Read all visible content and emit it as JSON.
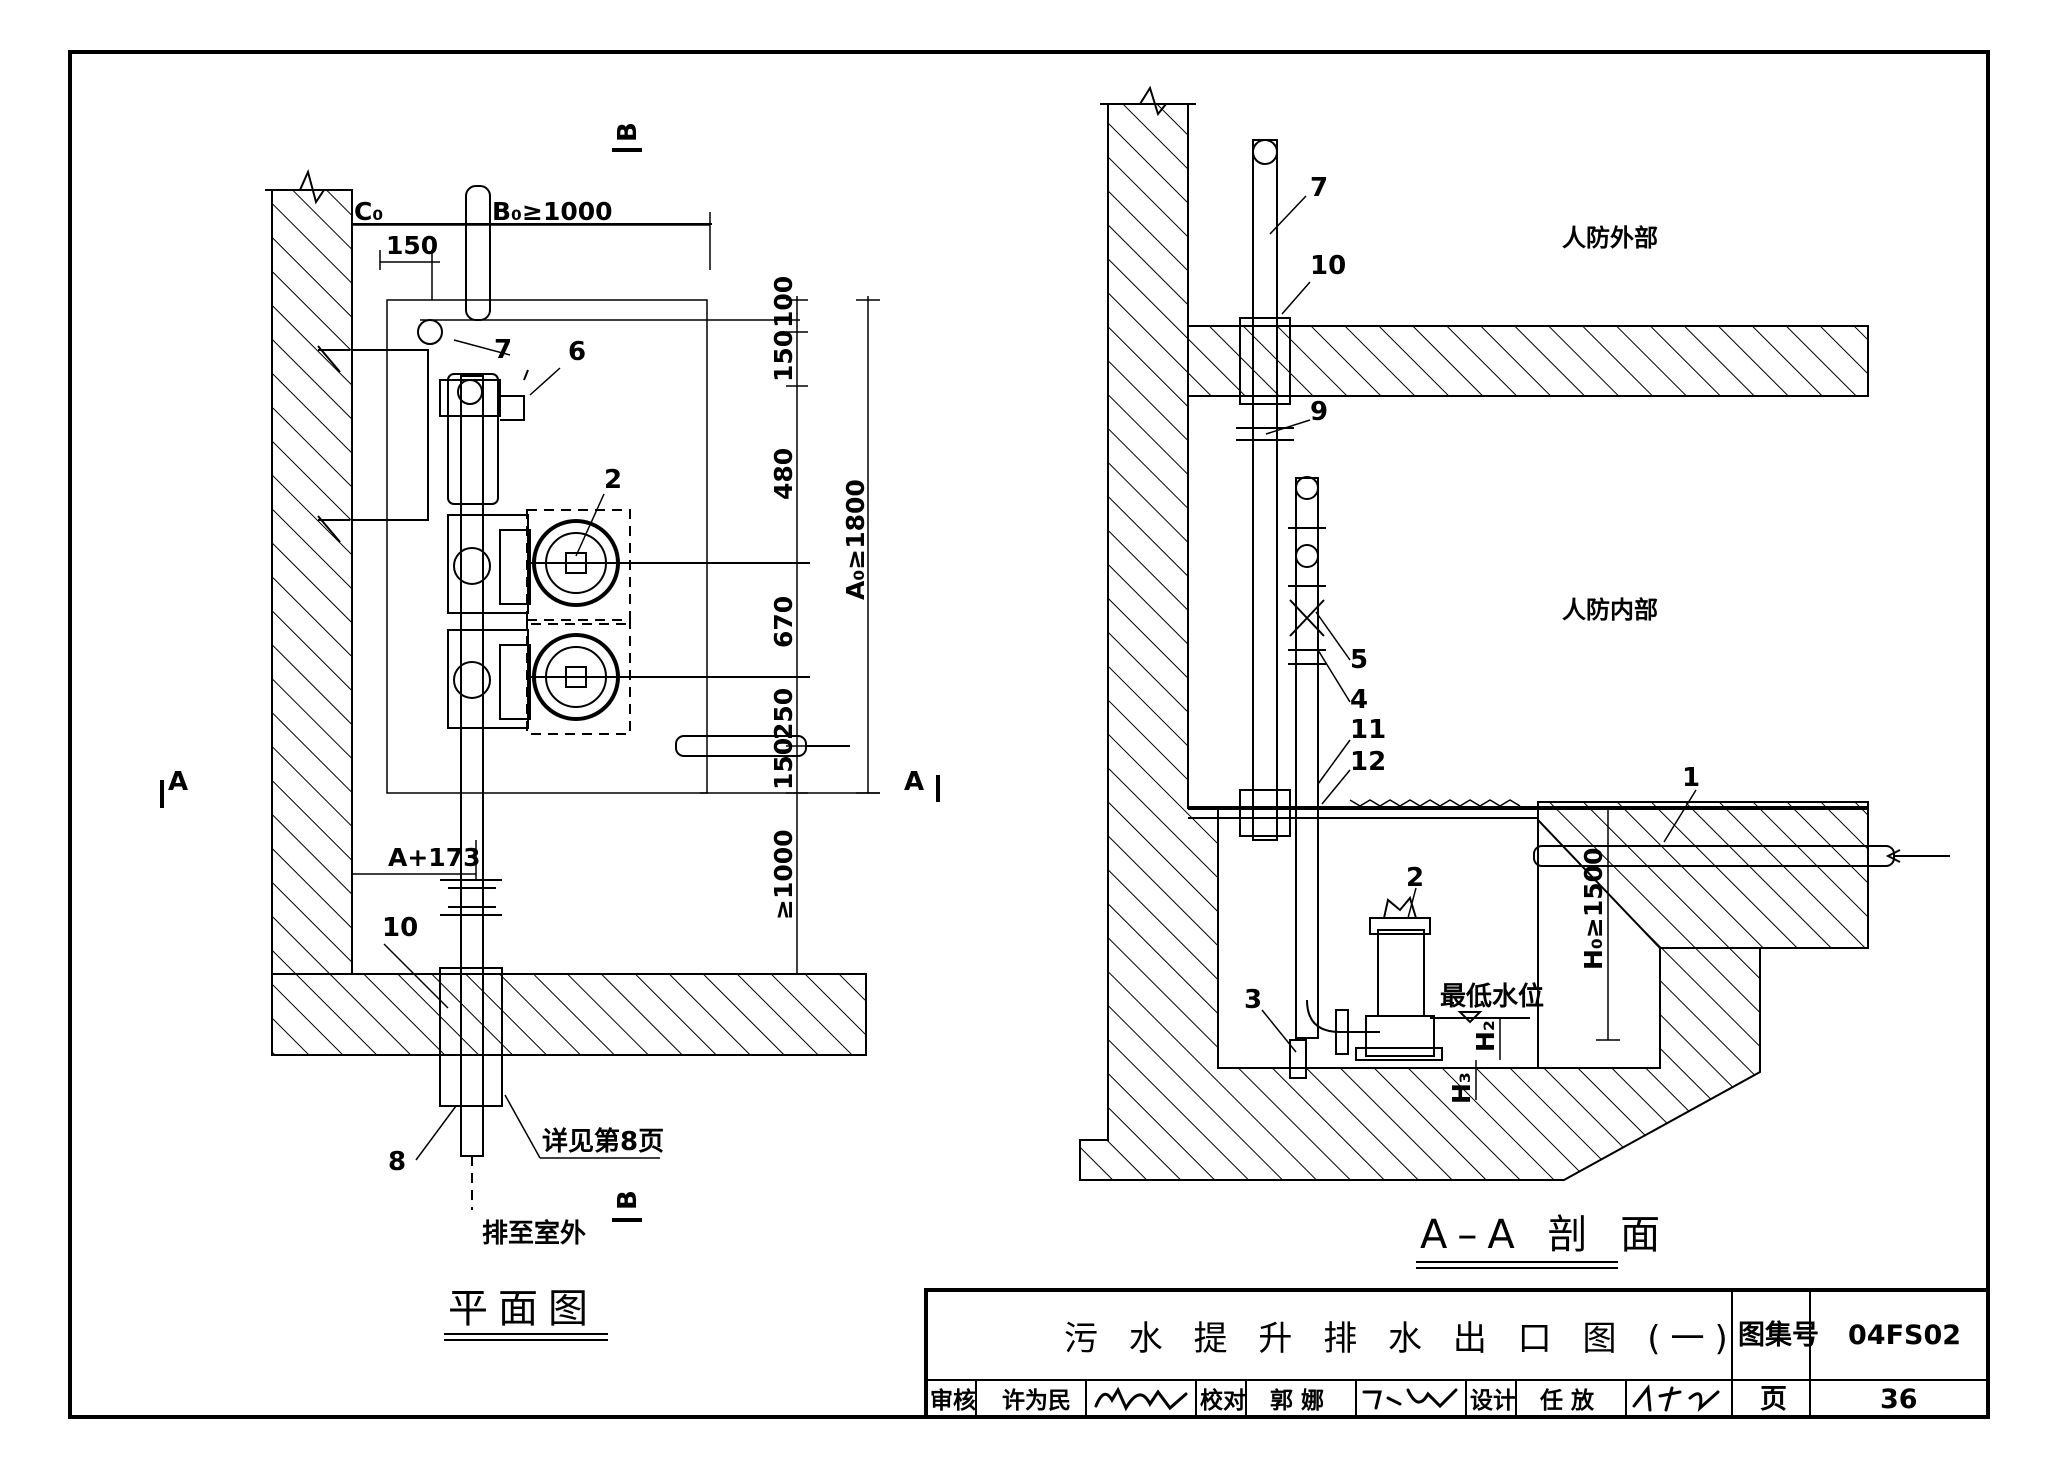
{
  "plan": {
    "title": "平面图",
    "section_marks": {
      "a_left": "A",
      "a_right": "A",
      "b_top": "B",
      "b_bottom": "B"
    },
    "dimensions": {
      "c0": "C₀",
      "b0": "B₀≥1000",
      "d150_top": "150",
      "a0": "A₀≥1800",
      "v100": "100",
      "v150a": "150",
      "v480": "480",
      "v670": "670",
      "v250": "250",
      "v150b": "150",
      "v1000": "≥1000",
      "a173": "A+173"
    },
    "callouts": {
      "n2": "2",
      "n6": "6",
      "n7": "7",
      "n8": "8",
      "n10": "10"
    },
    "notes": {
      "see_page": "详见第8页",
      "drain_out": "排至室外"
    }
  },
  "section": {
    "title": "A–A 剖 面",
    "zones": {
      "outside": "人防外部",
      "inside": "人防内部"
    },
    "callouts": {
      "n1": "1",
      "n2": "2",
      "n3": "3",
      "n4": "4",
      "n5": "5",
      "n7": "7",
      "n9": "9",
      "n10": "10",
      "n11": "11",
      "n12": "12"
    },
    "dimensions": {
      "h0": "H₀≥1500",
      "h2": "H₂",
      "h3": "H₃"
    },
    "water_level": "最低水位"
  },
  "title_block": {
    "drawing_title": "污 水 提 升 排 水 出 口 图 (一)",
    "atlas_label": "图集号",
    "atlas_no": "04FS02",
    "review_label": "审核",
    "reviewer": "许为民",
    "check_label": "校对",
    "checker": "郭 娜",
    "design_label": "设计",
    "designer": "任 放",
    "page_label": "页",
    "page_no": "36"
  }
}
